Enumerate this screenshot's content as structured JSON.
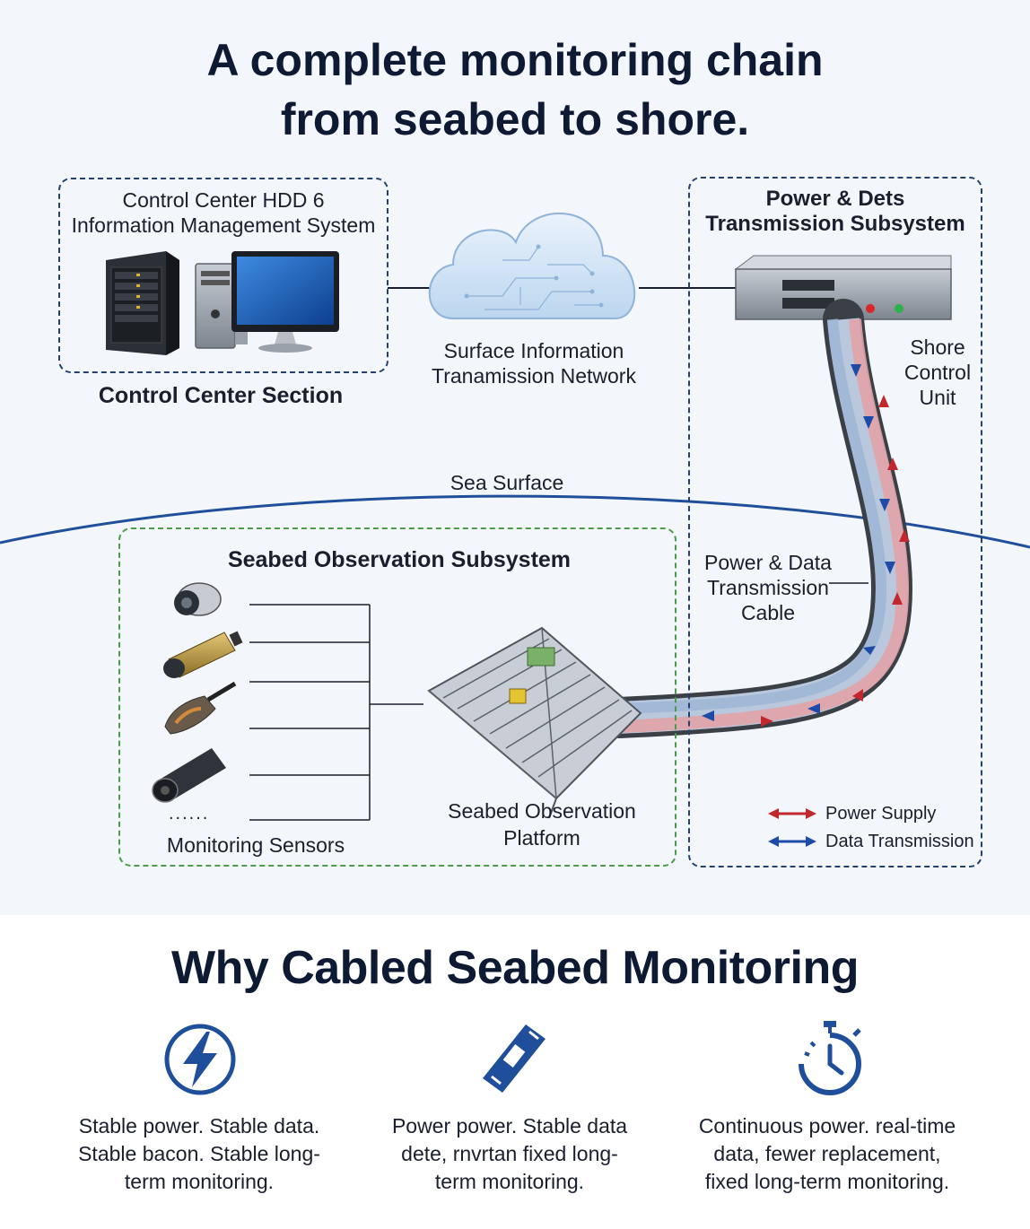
{
  "header": {
    "title_line1": "A complete monitoring chain",
    "title_line2": "from seabed to shore."
  },
  "control_center": {
    "system_line1": "Control Center HDD 6",
    "system_line2": "Information Management System",
    "section_label": "Control Center Section"
  },
  "network": {
    "label_line1": "Surface Information",
    "label_line2": "Tranamission Network"
  },
  "power_subsystem": {
    "title_line1": "Power & Dets",
    "title_line2": "Transmission Subsystem",
    "shore_line1": "Shore",
    "shore_line2": "Control",
    "shore_line3": "Unit",
    "cable_line1": "Power & Data",
    "cable_line2": "Transmission",
    "cable_line3": "Cable"
  },
  "sea": {
    "label": "Sea Surface"
  },
  "seabed": {
    "title": "Seabed Observation Subsystem",
    "sensors_label": "Monitoring Sensors",
    "ellipsis": "......",
    "platform_line1": "Seabed Observation",
    "platform_line2": "Platform"
  },
  "legend": {
    "power": "Power Supply",
    "data": "Data Transmission"
  },
  "why": {
    "title": "Why Cabled Seabed Monitoring",
    "items": [
      {
        "icon": "lightning-bolt-icon",
        "line1": "Stable power. Stable data.",
        "line2": "Stable bacon. Stable long-",
        "line3": "term monitoring."
      },
      {
        "icon": "cable-connector-icon",
        "line1": "Power power. Stable data",
        "line2": "dete, rnvrtan fixed long-",
        "line3": "term monitoring."
      },
      {
        "icon": "stopwatch-icon",
        "line1": "Continuous power. real-time",
        "line2": "data, fewer replacement,",
        "line3": "fixed long-term monitoring."
      }
    ]
  },
  "colors": {
    "navy": "#0e1a33",
    "accent_blue": "#1f4f9a",
    "power_red": "#c0282d",
    "data_blue": "#1e4aa8",
    "green_dash": "#4c9a4c"
  }
}
